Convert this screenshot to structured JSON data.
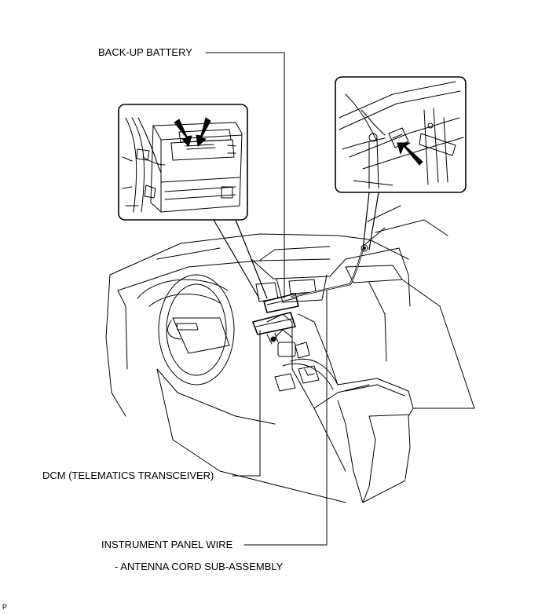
{
  "labels": {
    "backup_battery": "BACK-UP BATTERY",
    "dcm": "DCM (TELEMATICS TRANSCEIVER)",
    "instrument_panel_wire": "INSTRUMENT PANEL WIRE",
    "antenna_cord": "- ANTENNA CORD SUB-ASSEMBLY"
  },
  "figure_code": "P"
}
